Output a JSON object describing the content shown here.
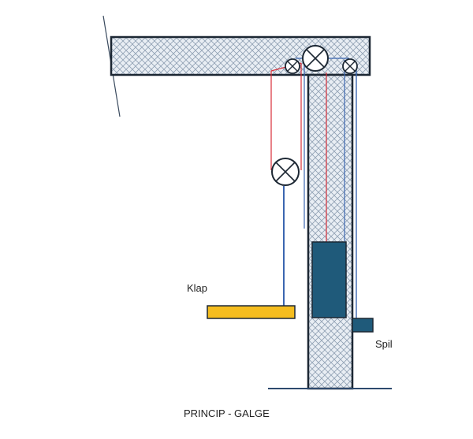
{
  "labels": {
    "klap": "Klap",
    "spil": "Spil",
    "caption": "PRINCIP - GALGE"
  },
  "colors": {
    "outline": "#1c2733",
    "crosshatch": "#8fa0b3",
    "fill": "#e9eef4",
    "red_rope": "#d8303a",
    "blue_rope": "#3b66b0",
    "klap": "#f5bd1f",
    "counterweight": "#1f5a7a",
    "ground": "#2e4a6e"
  },
  "icons": [
    "pulley-icon",
    "pulley-icon",
    "pulley-icon",
    "pulley-icon"
  ]
}
